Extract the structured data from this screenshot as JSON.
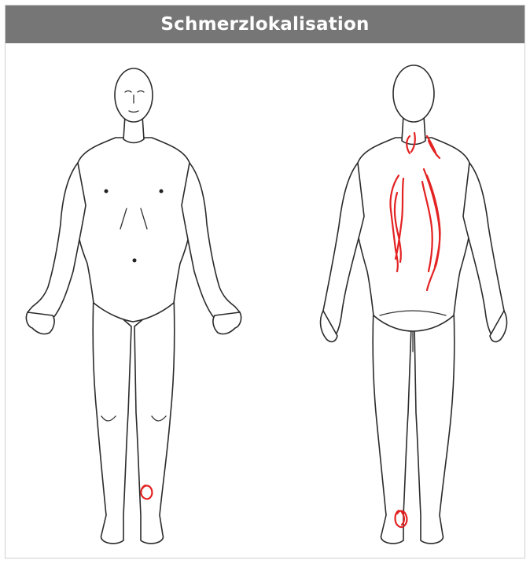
{
  "header": {
    "title": "Schmerzlokalisation"
  },
  "colors": {
    "header_bg": "#767676",
    "title_text": "#ffffff",
    "pain_marks": "#e32222",
    "outline": "#2b2b2b"
  },
  "figures": [
    {
      "view": "front",
      "pain_areas": [
        "right-lower-leg"
      ]
    },
    {
      "view": "back",
      "pain_areas": [
        "neck",
        "left-paraspinal-back",
        "right-paraspinal-back",
        "left-heel"
      ]
    }
  ]
}
